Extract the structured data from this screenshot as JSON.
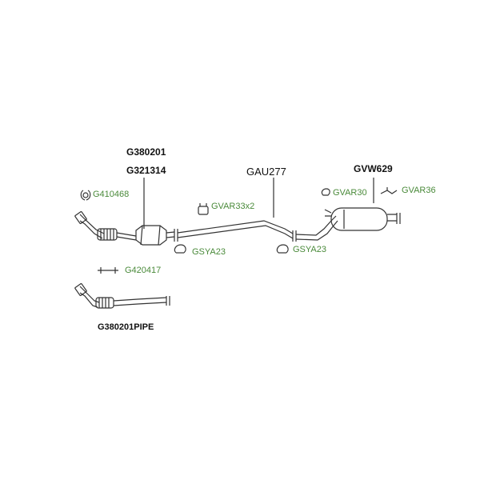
{
  "labels": {
    "cat_part_1": "G380201",
    "cat_part_2": "G321314",
    "front_clamp": "G410468",
    "mid_clamp": "GVAR33x2",
    "center_pipe": "GAU277",
    "rear_muffler": "GVW629",
    "rubber_mount_1": "GVAR30",
    "hanger": "GVAR36",
    "seal_ring_1": "GSYA23",
    "seal_ring_2": "GSYA23",
    "bracket": "G420417",
    "alt_pipe": "G380201PIPE"
  },
  "colors": {
    "part_number_black": "#111111",
    "accessory_green": "#4a8a3a",
    "line": "#333333"
  }
}
